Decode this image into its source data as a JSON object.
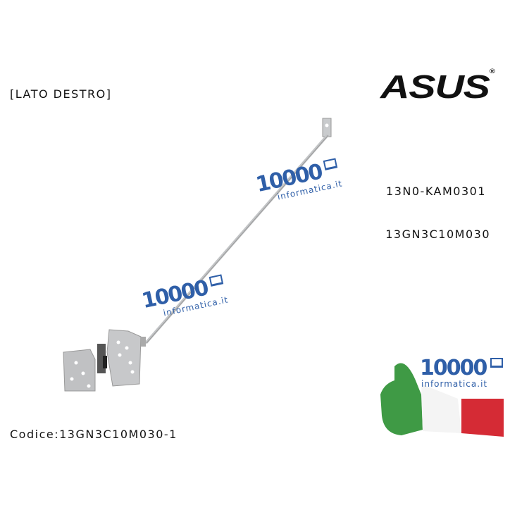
{
  "labels": {
    "side": "[LATO DESTRO]",
    "part_number_1": "13N0-KAM0301",
    "part_number_2": "13GN3C10M030",
    "code": "Codice:13GN3C10M030-1"
  },
  "brand_logo": {
    "text": "ASUS",
    "mark": "®"
  },
  "watermark": {
    "number": "10000",
    "domain": "informatica.it",
    "icon": "laptop-icon",
    "color": "#2f5fa8"
  },
  "flag_colors": {
    "green": "#3f9a45",
    "white": "#f4f4f4",
    "red": "#d52b35"
  }
}
